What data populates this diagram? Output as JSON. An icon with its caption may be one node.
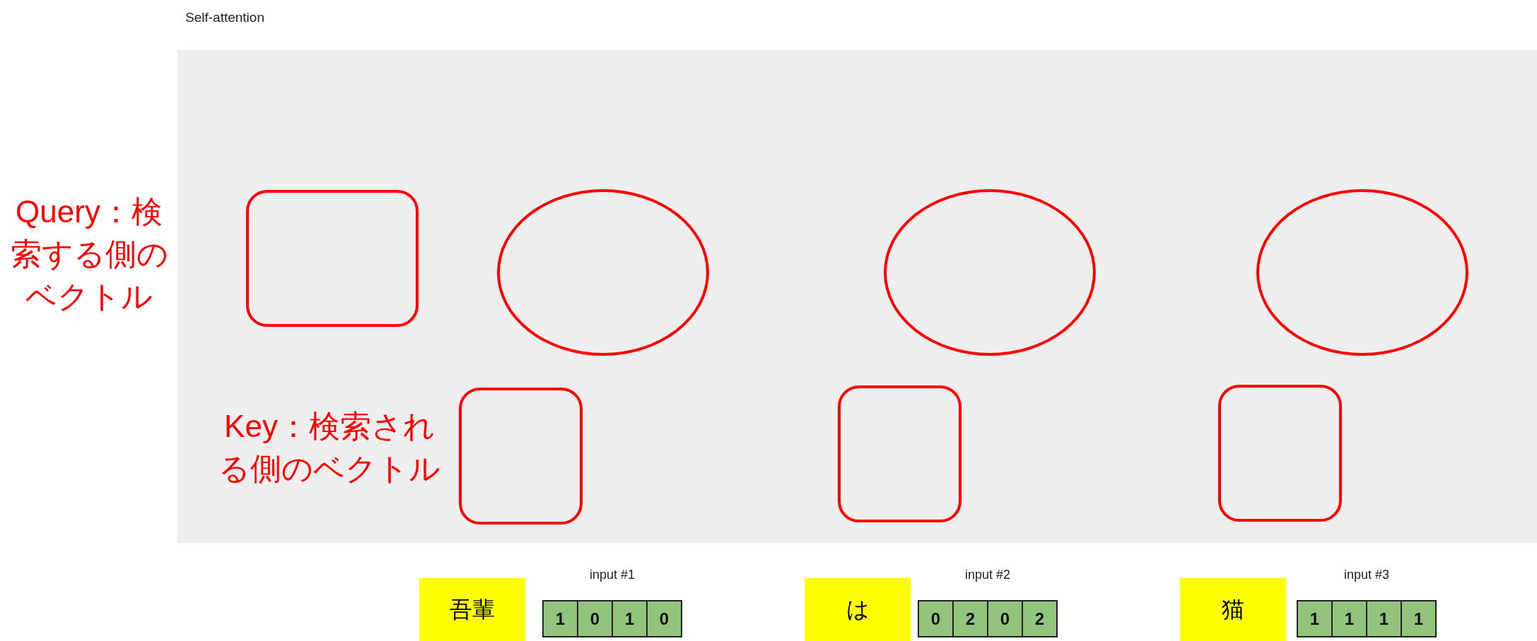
{
  "diagram": {
    "title": "Self-attention",
    "nodes": [
      {
        "text": [],
        "shape": "panel"
      },
      {
        "text": [],
        "shape": "box",
        "in": 0
      },
      {
        "text": [],
        "shape": "ellipse",
        "in": 0
      },
      {
        "text": [],
        "shape": "ellipse",
        "in": 0
      },
      {
        "text": [],
        "shape": "ellipse",
        "in": 0
      },
      {
        "text": [],
        "shape": "box",
        "in": 0
      },
      {
        "text": [],
        "shape": "box",
        "in": 0
      },
      {
        "text": [],
        "shape": "box",
        "in": 0
      },
      {
        "text": [
          "吾輩"
        ]
      },
      {
        "text": [
          "1",
          "0",
          "1",
          "0"
        ],
        "beside": [
          "input #1"
        ]
      },
      {
        "text": [
          "は"
        ]
      },
      {
        "text": [
          "0",
          "2",
          "0",
          "2"
        ],
        "beside": [
          "input #2"
        ]
      },
      {
        "text": [
          "猫"
        ]
      },
      {
        "text": [
          "1",
          "1",
          "1",
          "1"
        ],
        "beside": [
          "input #3"
        ]
      }
    ],
    "edges": [],
    "labels": [
      "Query：検索する側のベクトル",
      "Key：検索される側のベクトル"
    ]
  }
}
